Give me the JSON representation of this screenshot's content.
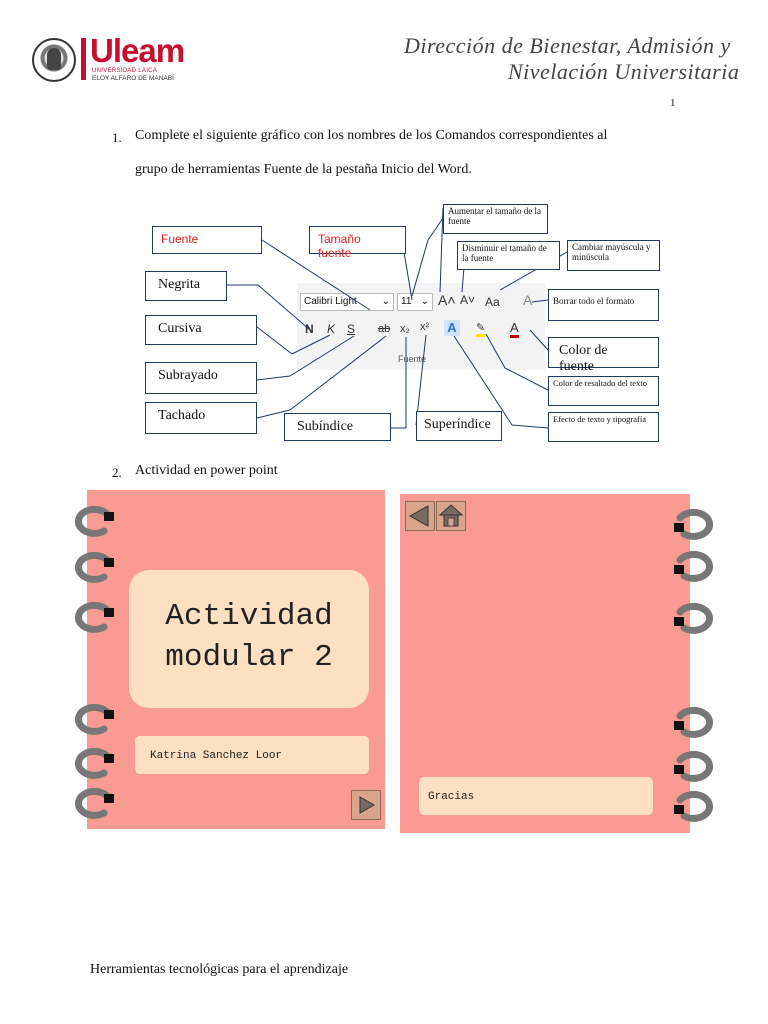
{
  "header": {
    "logo_name": "Uleam",
    "logo_sub1": "UNIVERSIDAD LAICA",
    "logo_sub2": "ELOY ALFARO DE MANABÍ",
    "script_line1": "Dirección de Bienestar, Admisión y",
    "script_line2": "Nivelación Universitaria",
    "page_number": "1"
  },
  "question1": {
    "number": "1.",
    "line1": "Complete el siguiente gráfico con los nombres de los Comandos correspondientes al",
    "line2": "grupo de herramientas Fuente de la pestaña Inicio del Word."
  },
  "diagram": {
    "labels": {
      "fuente": "Fuente",
      "tamano": "Tamaño fuente",
      "aumentar": "Aumentar el tamaño de la fuente",
      "disminuir": "Disminuir el tamaño de la fuente",
      "cambiar": "Cambiar mayúscula y minúscula",
      "borrar": "Borrar todo el formato",
      "negrita": "Negrita",
      "cursiva": "Cursiva",
      "subrayado": "Subrayado",
      "tachado": "Tachado",
      "subindice": "Subíndice",
      "superindice": "Superíndice",
      "color_fuente": "Color de fuente",
      "resaltado": "Color de resaltado del texto",
      "efecto": "Efecto de texto y tipografía"
    },
    "ribbon": {
      "font_name": "Calibri Light",
      "font_size": "11",
      "group_label": "Fuente",
      "bold": "N",
      "italic": "K",
      "underline": "S",
      "strike": "ab",
      "subscript": "x₂",
      "superscript": "x²",
      "grow": "A˄",
      "shrink": "A˅",
      "case": "Aa",
      "clear": "A",
      "effect": "A",
      "highlight": "✎",
      "fontcolor": "A"
    }
  },
  "question2": {
    "number": "2.",
    "text": "Actividad en power point"
  },
  "slides": {
    "left": {
      "title_line1": "Actividad",
      "title_line2": "modular 2",
      "author": "Katrina Sanchez Loor"
    },
    "right": {
      "thanks": "Gracias"
    }
  },
  "footer": {
    "text": "Herramientas tecnológicas para el aprendizaje"
  },
  "colors": {
    "brand_red": "#c8102e",
    "slide_bg": "#f99b92",
    "slide_box": "#fde0c2",
    "box_border": "#1f3864"
  }
}
